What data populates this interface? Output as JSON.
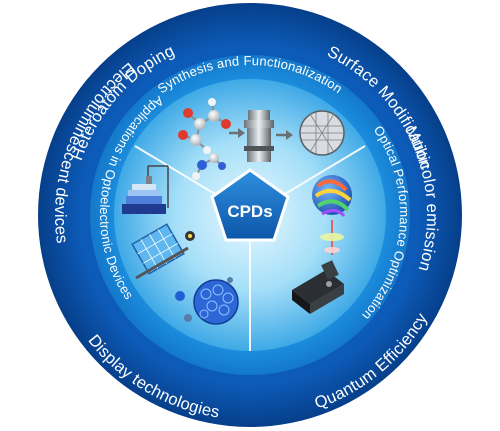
{
  "center": {
    "label": "CPDs"
  },
  "outer_ring": {
    "labels": [
      "Heteroatom Doping",
      "Surface Modification",
      "Multicolor emission",
      "Quantum Efficiency",
      "Display technologies",
      "Electroluminescent devices"
    ]
  },
  "inner_ring": {
    "sections": [
      {
        "title": "Synthesis and Functionalization"
      },
      {
        "title": "Optical Performance Optimization"
      },
      {
        "title": "Applications in Optoelectronic Devices"
      }
    ]
  },
  "colors": {
    "outer_ring": "#0a4fa6",
    "inner_ring": "#1a8ee0",
    "inner_fill": "#7fd0f5",
    "center_pentagon": "#1876c8"
  }
}
